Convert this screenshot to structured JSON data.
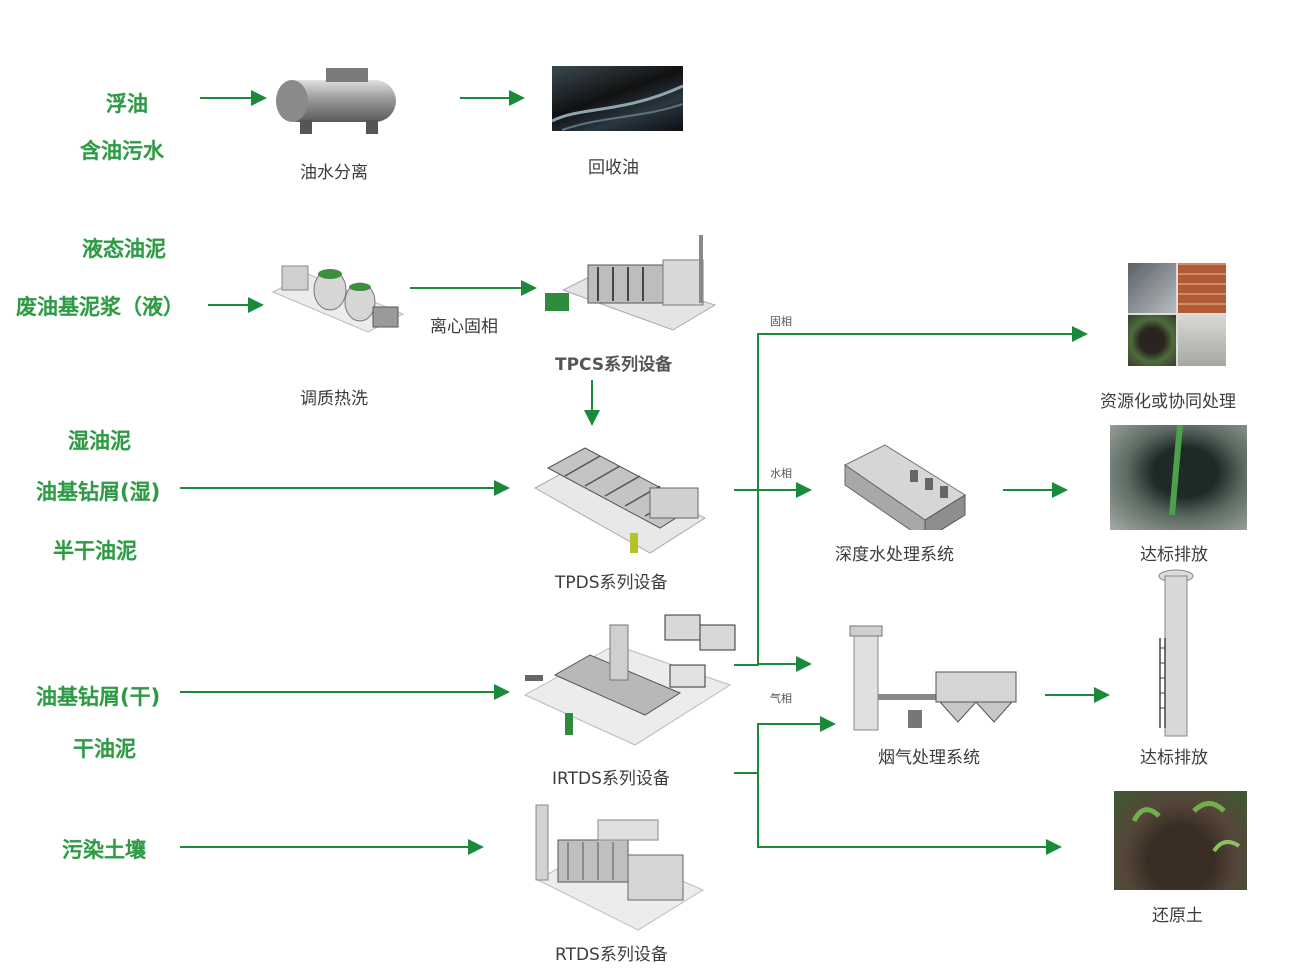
{
  "inputs": {
    "float_oil": "浮油",
    "oily_water": "含油污水",
    "liquid_sludge": "液态油泥",
    "waste_oil_mud": "废油基泥浆（液）",
    "wet_sludge": "湿油泥",
    "wet_cuttings": "油基钻屑(湿)",
    "semidry_sludge": "半干油泥",
    "dry_cuttings": "油基钻屑(干)",
    "dry_sludge": "干油泥",
    "soil": "污染土壤"
  },
  "equipment": {
    "oil_water_sep": "油水分离",
    "recovered_oil": "回收油",
    "conditioning": "调质热洗",
    "tpcs": "TPCS系列设备",
    "tpds": "TPDS系列设备",
    "irtds": "IRTDS系列设备",
    "rtds": "RTDS系列设备",
    "deep_water": "深度水处理系统",
    "flue_gas": "烟气处理系统",
    "resource": "资源化或协同处理",
    "discharge_water": "达标排放",
    "discharge_gas": "达标排放",
    "soil_restore": "还原土"
  },
  "flow_labels": {
    "centrifuge_solid": "离心固相",
    "solid_phase": "固相",
    "water_phase": "水相",
    "gas_phase": "气相"
  },
  "colors": {
    "arrow": "#1a8a3a",
    "label_green": "#2e9a45"
  }
}
